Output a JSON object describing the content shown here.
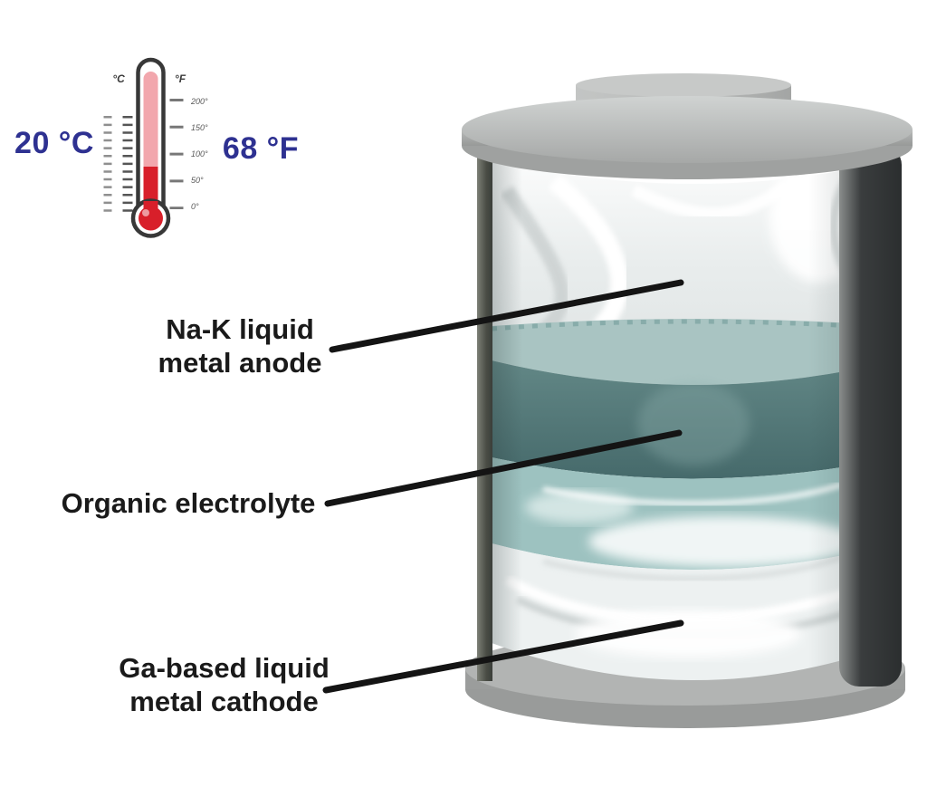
{
  "figure": {
    "thermometer": {
      "celsius_reading": "20 °C",
      "fahrenheit_reading": "68 °F",
      "celsius_symbol": "°C",
      "fahrenheit_symbol": "°F",
      "fahrenheit_scale": [
        "200°",
        "150°",
        "100°",
        "50°",
        "0°"
      ],
      "reading_text_color": "#2e3191",
      "mercury_color": "#d81f2a"
    },
    "cell": {
      "labels": {
        "anode": [
          "Na-K liquid",
          "metal anode"
        ],
        "electrolyte": [
          "Organic electrolyte"
        ],
        "cathode": [
          "Ga-based liquid",
          "metal cathode"
        ]
      },
      "colors": {
        "electrolyte_dark_teal": "#4e7170",
        "electrolyte_light_teal": "#a9c4c2",
        "liquid_metal_white": "#eef1f1",
        "housing_gray": "#b3b5b4",
        "electrode_dark": "#3a3d3e",
        "label_text": "#1a1a1a",
        "pointer_line": "#141414"
      }
    }
  }
}
